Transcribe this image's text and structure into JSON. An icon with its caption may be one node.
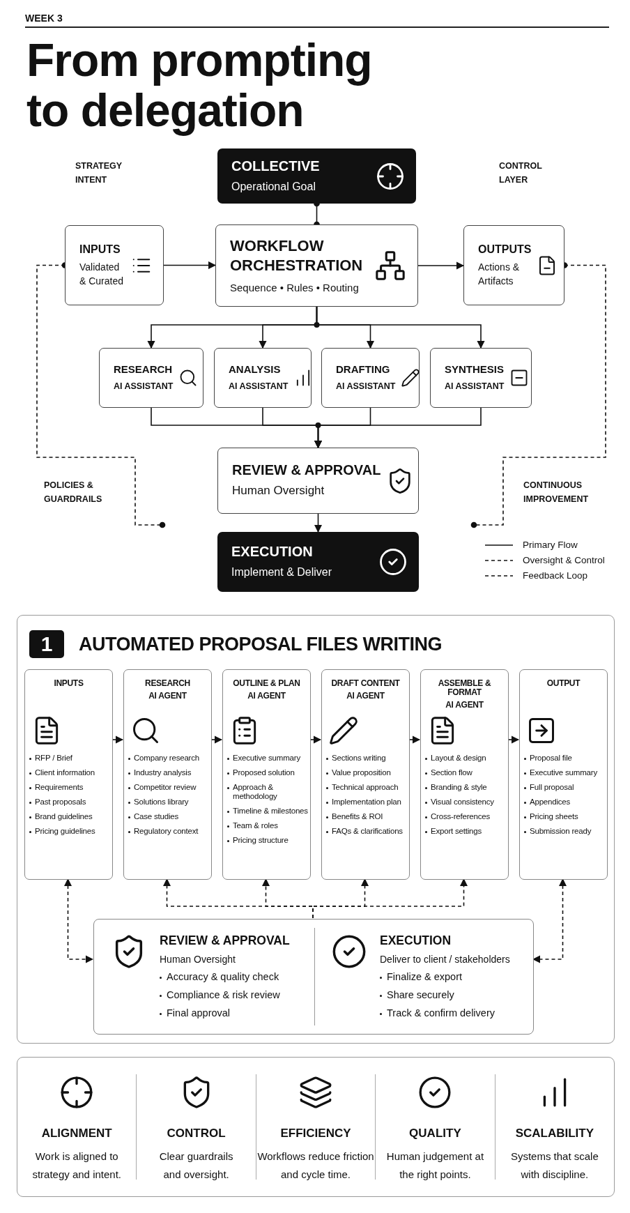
{
  "diagram": {
    "title": "From prompting to delegation",
    "nodes": [
      {
        "text": [
          "COLLECTIVE",
          "Operational Goal"
        ]
      },
      {
        "text": [
          "INPUTS",
          "Validated & Curated"
        ]
      },
      {
        "text": [
          "WORKFLOW ORCHESTRATION",
          "Sequence • Rules • Routing"
        ]
      },
      {
        "text": [
          "OUTPUTS",
          "Actions & Artifacts"
        ]
      },
      {
        "text": [
          "RESEARCH",
          "AI ASSISTANT"
        ]
      },
      {
        "text": [
          "ANALYSIS",
          "AI ASSISTANT"
        ]
      },
      {
        "text": [
          "DRAFTING",
          "AI ASSISTANT"
        ]
      },
      {
        "text": [
          "SYNTHESIS",
          "AI ASSISTANT"
        ]
      },
      {
        "text": [
          "REVIEW & APPROVAL",
          "Human Oversight"
        ]
      },
      {
        "text": [
          "EXECUTION",
          "Implement & Deliver"
        ]
      },
      {
        "text": [
          "1",
          "AUTOMATED PROPOSAL FILES WRITING"
        ]
      },
      {
        "text": [
          "INPUTS",
          "RFP / Brief",
          "Client information",
          "Requirements",
          "Past proposals",
          "Brand guidelines",
          "Pricing guidelines"
        ],
        "in": 10
      },
      {
        "text": [
          "RESEARCH",
          "AI AGENT",
          "Company research",
          "Industry analysis",
          "Competitor review",
          "Solutions library",
          "Case studies",
          "Regulatory context"
        ],
        "in": 10
      },
      {
        "text": [
          "OUTLINE & PLAN",
          "AI AGENT",
          "Executive summary",
          "Proposed solution",
          "Approach & methodology",
          "Timeline & milestones",
          "Team & roles",
          "Pricing structure"
        ],
        "in": 10
      },
      {
        "text": [
          "DRAFT CONTENT",
          "AI AGENT",
          "Sections writing",
          "Value proposition",
          "Technical approach",
          "Implementation plan",
          "Benefits & ROI",
          "FAQs & clarifications"
        ],
        "in": 10
      },
      {
        "text": [
          "ASSEMBLE & FORMAT",
          "AI AGENT",
          "Layout & design",
          "Section flow",
          "Branding & style",
          "Visual consistency",
          "Cross-references",
          "Export settings"
        ],
        "in": 10
      },
      {
        "text": [
          "OUTPUT",
          "Proposal file",
          "Executive summary",
          "Full proposal",
          "Appendices",
          "Pricing sheets",
          "Submission ready"
        ],
        "in": 10
      },
      {
        "text": [],
        "shape": "box",
        "in": 10
      },
      {
        "text": [
          "REVIEW & APPROVAL",
          "Human Oversight",
          "Accuracy & quality check",
          "Compliance & risk review",
          "Final approval"
        ],
        "in": 17
      },
      {
        "text": [
          "EXECUTION",
          "Deliver to client / stakeholders",
          "Finalize & export",
          "Share securely",
          "Track & confirm delivery"
        ],
        "in": 17
      },
      {
        "text": [
          "ALIGNMENT",
          "Work is aligned to strategy and intent.",
          "CONTROL",
          "Clear guardrails and oversight.",
          "EFFICIENCY",
          "Workflows reduce friction and cycle time.",
          "QUALITY",
          "Human judgement at the right points.",
          "SCALABILITY",
          "Systems that scale with discipline."
        ]
      }
    ],
    "edges": [
      {
        "from": 0,
        "to": 2,
        "arrow": "other"
      },
      {
        "from": 1,
        "to": 2,
        "arrow": "to"
      },
      {
        "from": 2,
        "to": 3,
        "arrow": "to"
      },
      {
        "from": 2,
        "to": 4,
        "arrow": "to"
      },
      {
        "from": 2,
        "to": 5,
        "arrow": "to"
      },
      {
        "from": 2,
        "to": 6,
        "arrow": "to"
      },
      {
        "from": 2,
        "to": 7,
        "arrow": "to"
      },
      {
        "from": 4,
        "to": 8,
        "arrow": "to"
      },
      {
        "from": 5,
        "to": 8,
        "arrow": "to"
      },
      {
        "from": 6,
        "to": 8,
        "arrow": "to"
      },
      {
        "from": 7,
        "to": 8,
        "arrow": "to"
      },
      {
        "from": 8,
        "to": 9,
        "arrow": "to"
      },
      {
        "from": 1,
        "to": null,
        "arrow": "other",
        "style": "dashed"
      },
      {
        "from": 3,
        "to": null,
        "arrow": "other",
        "style": "dashed"
      },
      {
        "from": 11,
        "to": 12,
        "arrow": "to"
      },
      {
        "from": 12,
        "to": 13,
        "arrow": "to"
      },
      {
        "from": 13,
        "to": 14,
        "arrow": "to"
      },
      {
        "from": 14,
        "to": 15,
        "arrow": "to"
      },
      {
        "from": 15,
        "to": 16,
        "arrow": "to"
      },
      {
        "from": 11,
        "to": 17,
        "arrow": "both",
        "style": "dashed"
      },
      {
        "from": 16,
        "to": 17,
        "arrow": "both",
        "style": "dashed"
      },
      {
        "from": 17,
        "to": 12,
        "arrow": "to",
        "style": "dashed"
      },
      {
        "from": 17,
        "to": 13,
        "arrow": "to",
        "style": "dashed"
      },
      {
        "from": 17,
        "to": 14,
        "arrow": "to",
        "style": "dashed"
      },
      {
        "from": 17,
        "to": 15,
        "arrow": "to",
        "style": "dashed"
      }
    ],
    "labels": [
      "WEEK 3",
      "STRATEGY INTENT",
      "CONTROL LAYER",
      "POLICIES & GUARDRAILS",
      "CONTINUOUS IMPROVEMENT"
    ],
    "legend": [
      {
        "text": "Primary Flow"
      },
      {
        "text": "Oversight & Control"
      },
      {
        "text": "Feedback Loop"
      }
    ]
  }
}
